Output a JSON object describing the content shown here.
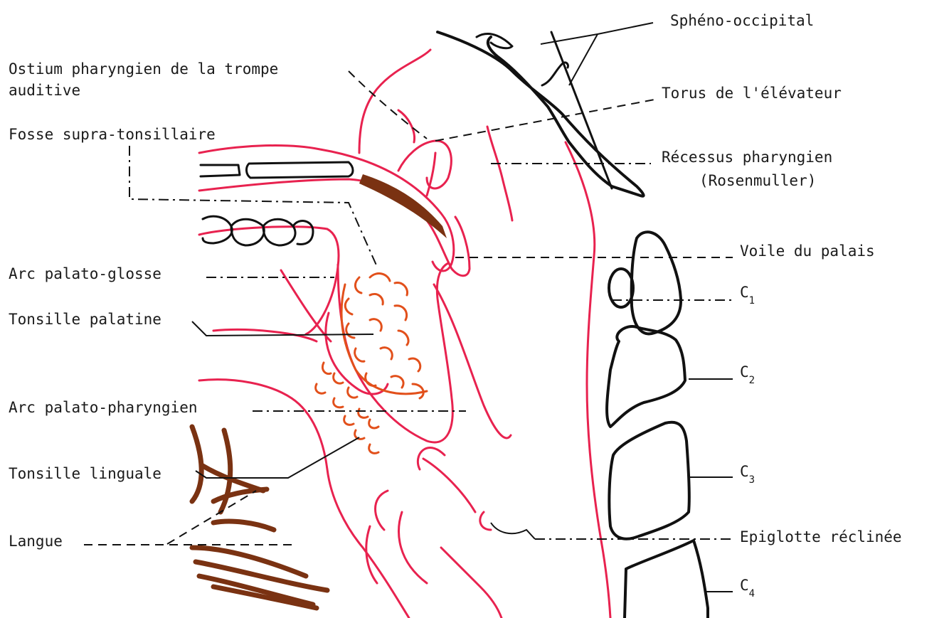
{
  "labels": {
    "spheno": "Sphéno-occipital",
    "ostium_1": "Ostium pharyngien de la trompe",
    "ostium_2": "auditive",
    "torus": "Torus de l'élévateur",
    "fosse": "Fosse supra-tonsillaire",
    "recessus_1": "Récessus pharyngien",
    "recessus_2": "(Rosenmuller)",
    "voile": "Voile du palais",
    "c1": "C",
    "c1_sub": "1",
    "arc_glosse": "Arc palato-glosse",
    "tonsille_pal": "Tonsille palatine",
    "c2": "C",
    "c2_sub": "2",
    "arc_pharyng": "Arc palato-pharyngien",
    "c3": "C",
    "c3_sub": "3",
    "tonsille_ling": "Tonsille linguale",
    "langue": "Langue",
    "epiglotte": "Epiglotte réclinée",
    "c4": "C",
    "c4_sub": "4"
  },
  "colors": {
    "mucosa": "#e8224f",
    "bone": "#111111",
    "tonsil": "#e2501b",
    "muscle": "#7a3212"
  }
}
